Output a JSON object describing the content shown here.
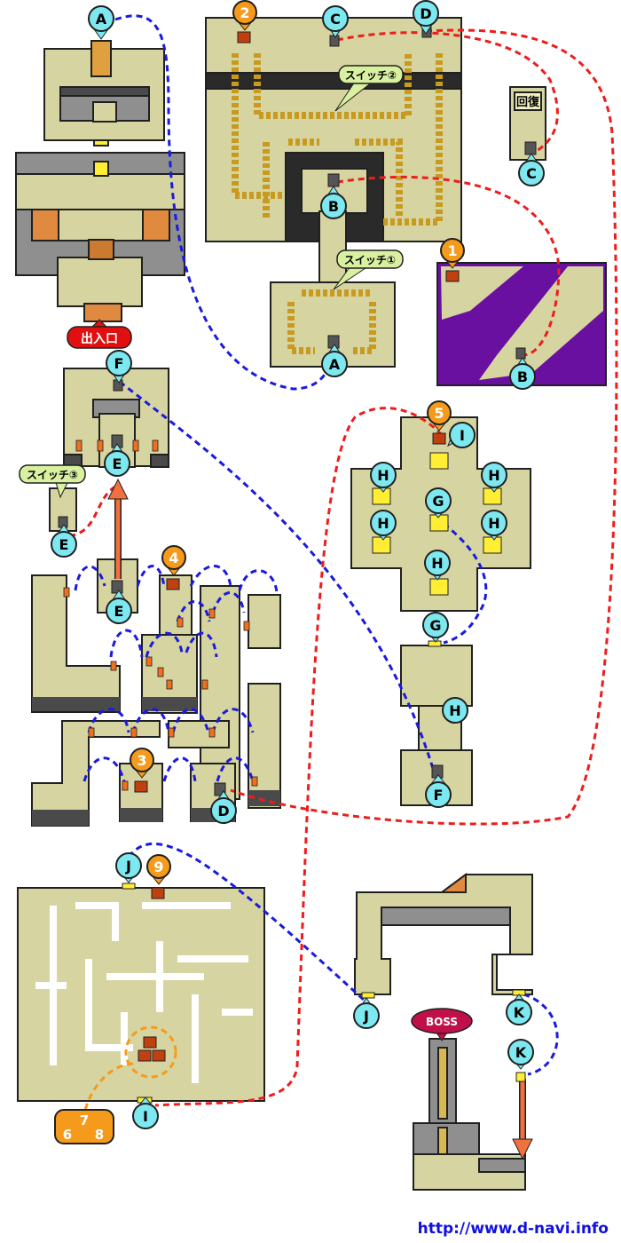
{
  "markers": {
    "A": "A",
    "B": "B",
    "C": "C",
    "D": "D",
    "E": "E",
    "F": "F",
    "G": "G",
    "H": "H",
    "I": "I",
    "J": "J",
    "K": "K"
  },
  "chests": {
    "c1": "1",
    "c2": "2",
    "c3": "3",
    "c4": "4",
    "c5": "5",
    "c6": "6",
    "c7": "7",
    "c8": "8",
    "c9": "9"
  },
  "labels": {
    "entrance": "出入口",
    "boss": "BOSS",
    "heal": "回復",
    "switch1": "スイッチ①",
    "switch2": "スイッチ②",
    "switch3": "スイッチ③"
  },
  "site_url": "http://www.d-navi.info",
  "colors": {
    "floor": "#d6d4a0",
    "wall": "#8f8f8f",
    "wall_dark": "#4a4a4a",
    "outline": "#202020",
    "marker_fill": "#7ee8f0",
    "chest_badge": "#f59a1a",
    "link_blue": "#1a1ae0",
    "link_red": "#ee1c1c",
    "poison": "#6a10a0",
    "entrance_fill": "#e01010",
    "switch_fill": "#d8f0a0"
  }
}
